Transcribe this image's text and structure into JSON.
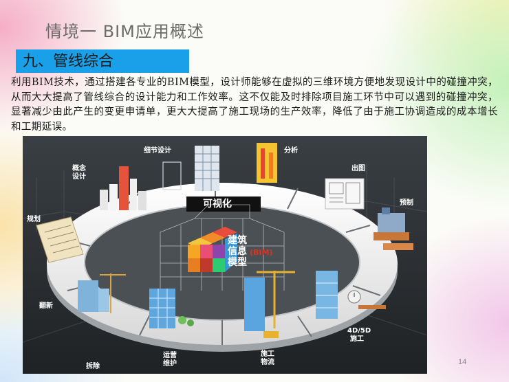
{
  "slide": {
    "title": "情境一  BIM应用概述",
    "section": "九、管线综合",
    "intro": "利用BIM技术，通过搭建各专业的BIM模型，设计师能够在虚拟的三维环境方便地发现设计中的碰撞冲突，从而大大提高了管线综合的设计能力和工作效率。这不仅能及时排除项目施工环节中可以遇到的碰撞冲突，显著减少由此产生的变更申请单，更大大提高了施工现场的生产效率，降低了由于施工协调造成的成本增长和工期延误。",
    "page_number": "14"
  },
  "diagram": {
    "center_title": "可视化",
    "center_lines": [
      "建筑",
      "信息",
      "模型"
    ],
    "center_tag": "(BIM)",
    "stages": {
      "concept": [
        "概念",
        "设计"
      ],
      "detail": "细节设计",
      "analysis": "分析",
      "drawing": "出图",
      "prefab": "预制",
      "planning": "规划",
      "renovation": "翻新",
      "demolition": "拆除",
      "operation": [
        "运营",
        "维护"
      ],
      "logistics": [
        "施工",
        "物流"
      ],
      "construction": [
        "4D/5D",
        "施工"
      ]
    },
    "colors": {
      "banner": "#1aa0e8",
      "ring": "#f2f2f2",
      "diagram_bg": "#2d3134",
      "bim_tag": "#e03020"
    }
  }
}
